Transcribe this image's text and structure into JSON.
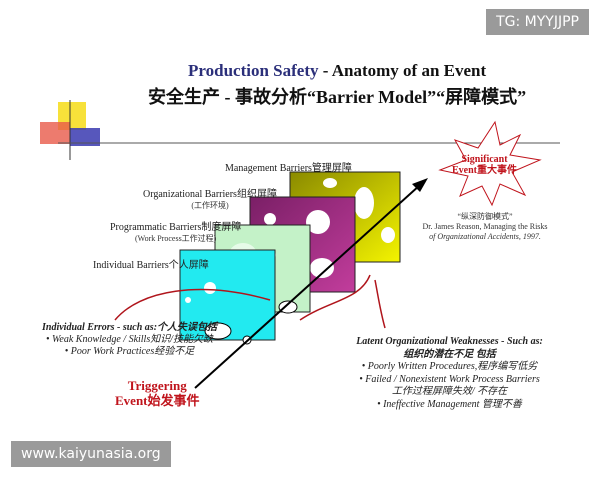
{
  "title": {
    "en_highlight": "Production Safety",
    "en_rest": " - Anatomy of an Event",
    "cn": "安全生产 - 事故分析“Barrier Model”“屏障模式”"
  },
  "barriers": [
    {
      "label": "Management Barriers管理屏障",
      "sub": "",
      "color": "#c8c400"
    },
    {
      "label": "Organizational Barriers组织屏障",
      "sub": "(工作环境)",
      "color": "#9c2d7e"
    },
    {
      "label": "Programmatic Barriers制度屏障",
      "sub": "(Work Process工作过程)",
      "color": "#bff0c4"
    },
    {
      "label": "Individual Barriers个人屏障",
      "sub": "",
      "color": "#22e8ee"
    }
  ],
  "significant": {
    "line1": "Significant",
    "line2": "Event重大事件"
  },
  "citation": {
    "cn": "“纵深防御模式”",
    "line1": "Dr. James Reason, Managing the Risks",
    "line2": "of Organizational Accidents, 1997."
  },
  "individual_errors": {
    "heading": "Individual Errors - such as:个人失误包括",
    "items": [
      "• Weak Knowledge / Skills知识/技能欠缺",
      "• Poor Work Practices经验不足"
    ]
  },
  "triggering": {
    "line1": "Triggering",
    "line2": "Event始发事件"
  },
  "latent": {
    "heading": "Latent Organizational Weaknesses - Such as:",
    "heading_cn": "组织的潜在不足 包括",
    "items": [
      "• Poorly Written Procedures,程序编写低劣",
      "• Failed / Nonexistent Work Process Barriers",
      "工作过程屏障失效/ 不存在",
      "• Ineffective Management 管理不善"
    ]
  },
  "watermarks": {
    "top": "TG: MYYJJPP",
    "bottom": "www.kaiyunasia.org"
  }
}
